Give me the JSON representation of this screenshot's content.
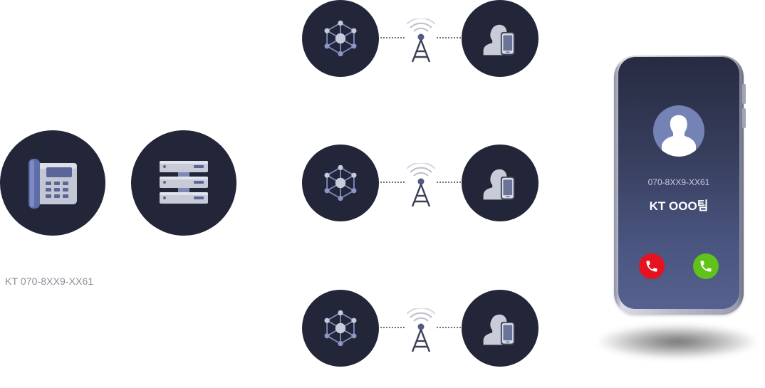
{
  "caller": {
    "label": "KT 070-8XX9-XX61",
    "desk_phone_icon": "desk-phone-icon",
    "server_icon": "server-icon"
  },
  "rows": [
    {
      "network_icon": "network-node-icon",
      "tower_icon": "cell-tower-icon",
      "user_icon": "mobile-user-icon"
    },
    {
      "network_icon": "network-node-icon",
      "tower_icon": "cell-tower-icon",
      "user_icon": "mobile-user-icon"
    },
    {
      "network_icon": "network-node-icon",
      "tower_icon": "cell-tower-icon",
      "user_icon": "mobile-user-icon"
    }
  ],
  "phone": {
    "number": "070-8XX9-XX61",
    "name": "KT OOO팀",
    "decline_icon": "decline-call-icon",
    "accept_icon": "accept-call-icon"
  },
  "colors": {
    "circle_bg": "#222638",
    "decline": "#e6121f",
    "accept": "#5fc31a",
    "avatar": "#7482b5"
  }
}
